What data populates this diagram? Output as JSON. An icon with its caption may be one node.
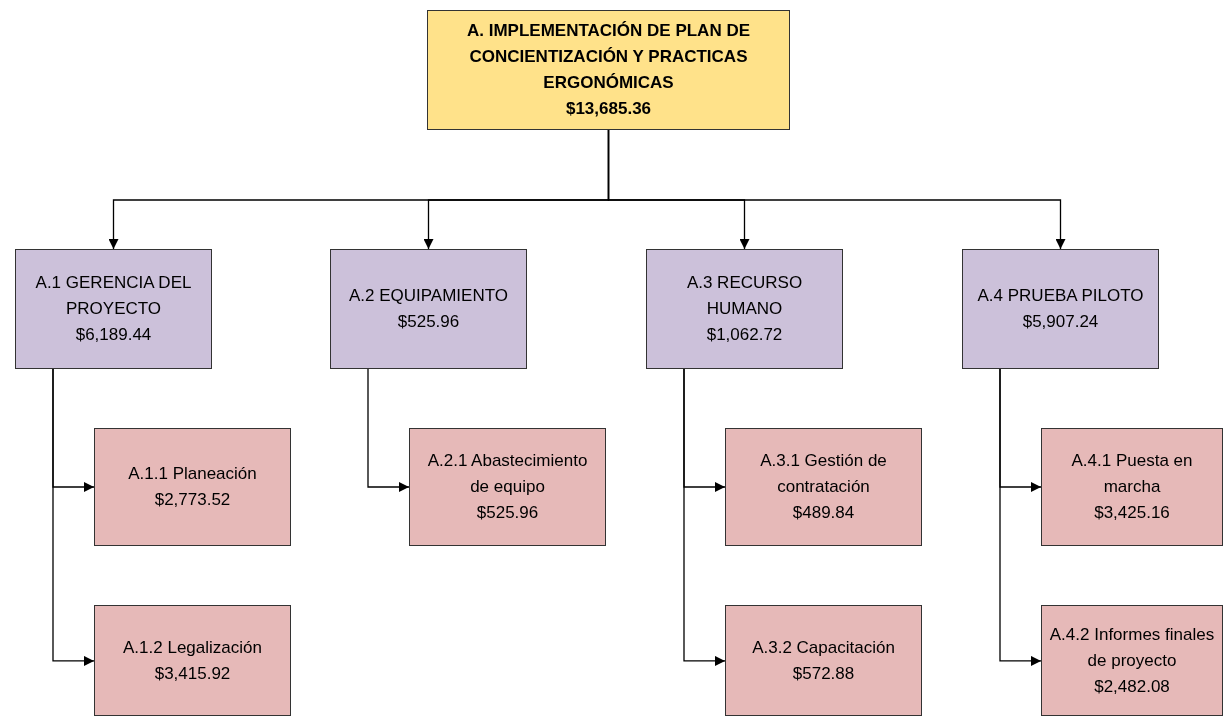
{
  "diagram": {
    "nodes": [
      {
        "text": [
          "A.  IMPLEMENTACIÓN DE PLAN DE CONCIENTIZACIÓN Y PRACTICAS ERGONÓMICAS",
          "$13,685.36"
        ]
      },
      {
        "text": [
          "A.1 GERENCIA DEL PROYECTO",
          "$6,189.44"
        ]
      },
      {
        "text": [
          "A.2 EQUIPAMIENTO",
          "$525.96"
        ]
      },
      {
        "text": [
          "A.3 RECURSO HUMANO",
          "$1,062.72"
        ]
      },
      {
        "text": [
          "A.4 PRUEBA PILOTO",
          "$5,907.24"
        ]
      },
      {
        "text": [
          "A.1.1 Planeación",
          "$2,773.52"
        ]
      },
      {
        "text": [
          "A.1.2 Legalización",
          "$3,415.92"
        ]
      },
      {
        "text": [
          "A.2.1 Abastecimiento de equipo",
          "$525.96"
        ]
      },
      {
        "text": [
          "A.3.1 Gestión de contratación",
          "$489.84"
        ]
      },
      {
        "text": [
          "A.3.2 Capacitación",
          "$572.88"
        ]
      },
      {
        "text": [
          "A.4.1 Puesta en marcha",
          "$3,425.16"
        ]
      },
      {
        "text": [
          "A.4.2 Informes finales de proyecto",
          "$2,482.08"
        ]
      }
    ],
    "edges": [
      {
        "from": 0,
        "to": 1,
        "arrow": "to"
      },
      {
        "from": 0,
        "to": 2,
        "arrow": "to"
      },
      {
        "from": 0,
        "to": 3,
        "arrow": "to"
      },
      {
        "from": 0,
        "to": 4,
        "arrow": "to"
      },
      {
        "from": 1,
        "to": 5,
        "arrow": "to"
      },
      {
        "from": 1,
        "to": 6,
        "arrow": "to"
      },
      {
        "from": 2,
        "to": 7,
        "arrow": "to"
      },
      {
        "from": 3,
        "to": 8,
        "arrow": "to"
      },
      {
        "from": 3,
        "to": 9,
        "arrow": "to"
      },
      {
        "from": 4,
        "to": 10,
        "arrow": "to"
      },
      {
        "from": 4,
        "to": 11,
        "arrow": "to"
      }
    ]
  }
}
